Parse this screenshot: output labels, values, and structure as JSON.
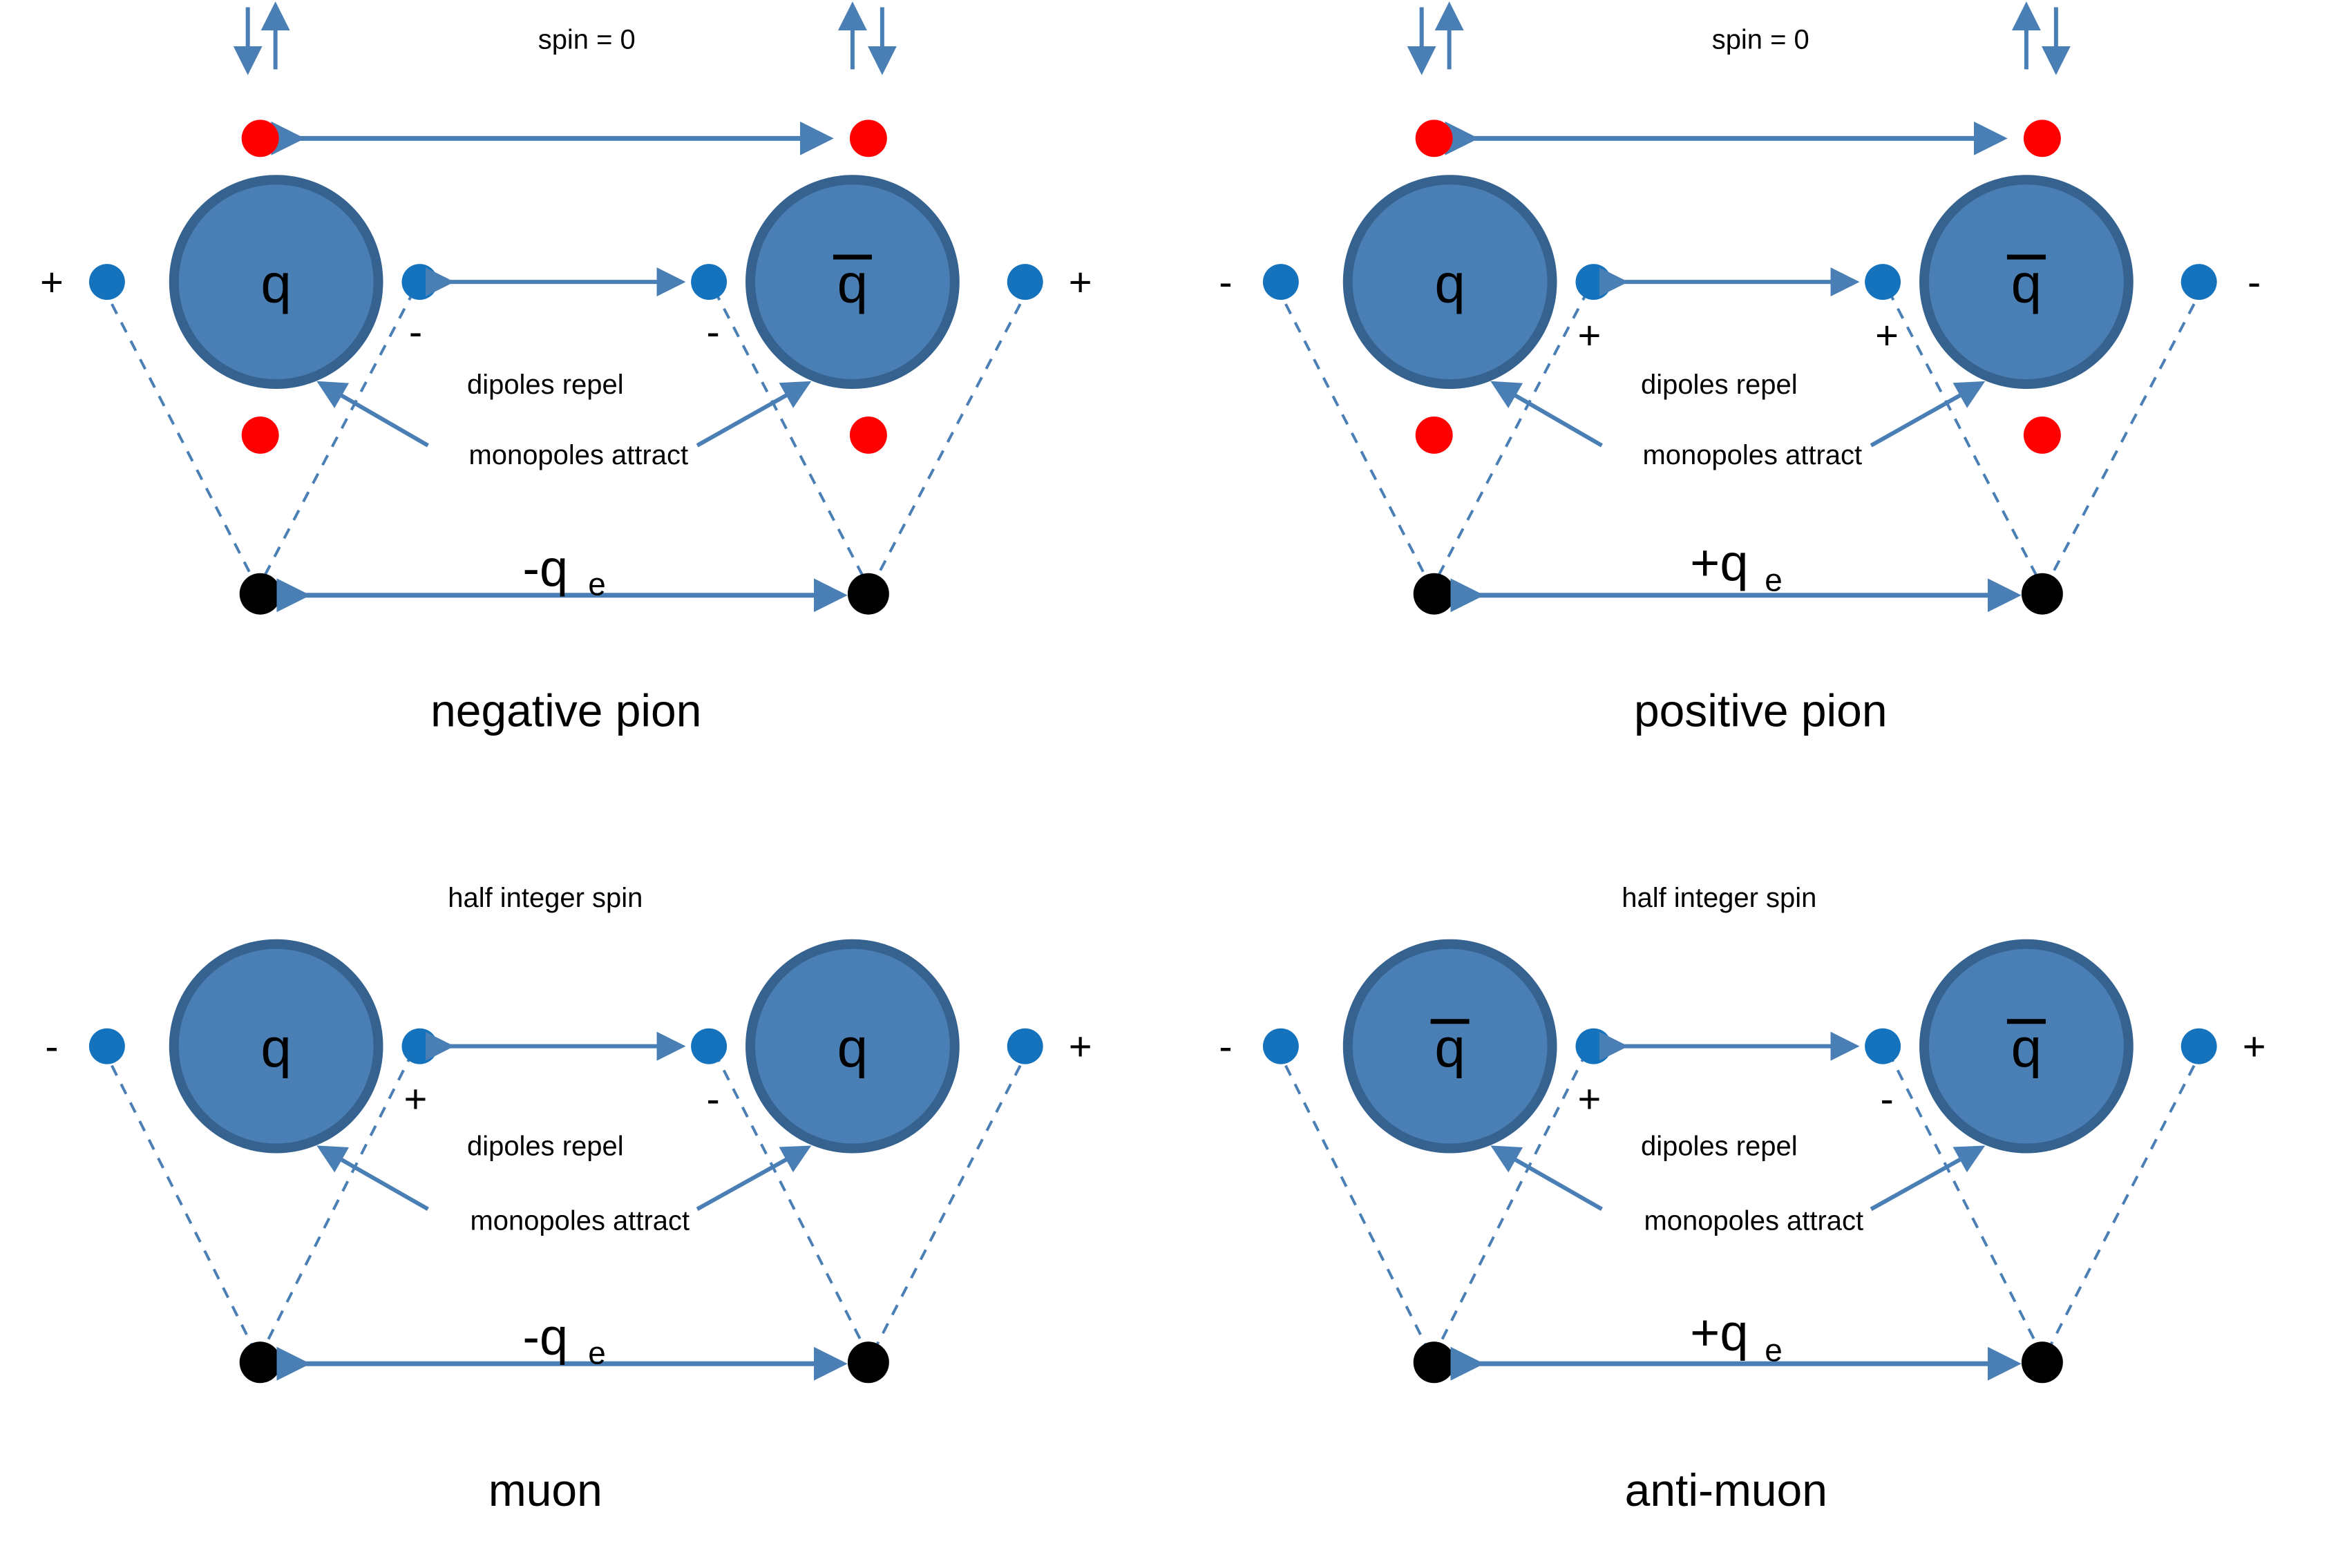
{
  "colors": {
    "quark_fill": "#4a7fb5",
    "quark_stroke": "#35628f",
    "blue_dot": "#1573be",
    "red_dot": "#fe0000",
    "black_dot": "#000000",
    "arrow_blue": "#4a7fb5",
    "dashed_blue": "#4a7fb5",
    "text": "#000000",
    "background": "#ffffff"
  },
  "shared": {
    "dipoles_repel": "dipoles repel",
    "monopoles_attract": "monopoles attract"
  },
  "panels": [
    {
      "id": "negative-pion",
      "caption": "negative pion",
      "spin_label": "spin = 0",
      "has_spin_arrows": true,
      "has_red_monopoles": true,
      "spin_left": [
        "down",
        "up"
      ],
      "spin_right": [
        "up",
        "down"
      ],
      "left_particle": "q",
      "left_particle_bar": false,
      "right_particle": "q",
      "right_particle_bar": true,
      "outer_left_sign": "+",
      "outer_right_sign": "+",
      "inner_left_sign": "-",
      "inner_right_sign": "-",
      "charge_label": "-q",
      "charge_sub": "e",
      "dipoles_repel": "dipoles repel",
      "monopoles_attract": "monopoles attract"
    },
    {
      "id": "positive-pion",
      "caption": "positive pion",
      "spin_label": "spin = 0",
      "has_spin_arrows": true,
      "has_red_monopoles": true,
      "spin_left": [
        "down",
        "up"
      ],
      "spin_right": [
        "up",
        "down"
      ],
      "left_particle": "q",
      "left_particle_bar": false,
      "right_particle": "q",
      "right_particle_bar": true,
      "outer_left_sign": "-",
      "outer_right_sign": "-",
      "inner_left_sign": "+",
      "inner_right_sign": "+",
      "charge_label": "+q",
      "charge_sub": "e",
      "dipoles_repel": "dipoles repel",
      "monopoles_attract": "monopoles attract"
    },
    {
      "id": "muon",
      "caption": "muon",
      "spin_label": "half integer spin",
      "has_spin_arrows": false,
      "has_red_monopoles": false,
      "left_particle": "q",
      "left_particle_bar": false,
      "right_particle": "q",
      "right_particle_bar": false,
      "outer_left_sign": "-",
      "outer_right_sign": "+",
      "inner_left_sign": "+",
      "inner_right_sign": "-",
      "charge_label": "-q",
      "charge_sub": "e",
      "dipoles_repel": "dipoles repel",
      "monopoles_attract": "monopoles attract"
    },
    {
      "id": "anti-muon",
      "caption": "anti-muon",
      "spin_label": "half integer spin",
      "has_spin_arrows": false,
      "has_red_monopoles": false,
      "left_particle": "q",
      "left_particle_bar": true,
      "right_particle": "q",
      "right_particle_bar": true,
      "outer_left_sign": "-",
      "outer_right_sign": "+",
      "inner_left_sign": "+",
      "inner_right_sign": "-",
      "charge_label": "+q",
      "charge_sub": "e",
      "dipoles_repel": "dipoles repel",
      "monopoles_attract": "monopoles attract"
    }
  ]
}
